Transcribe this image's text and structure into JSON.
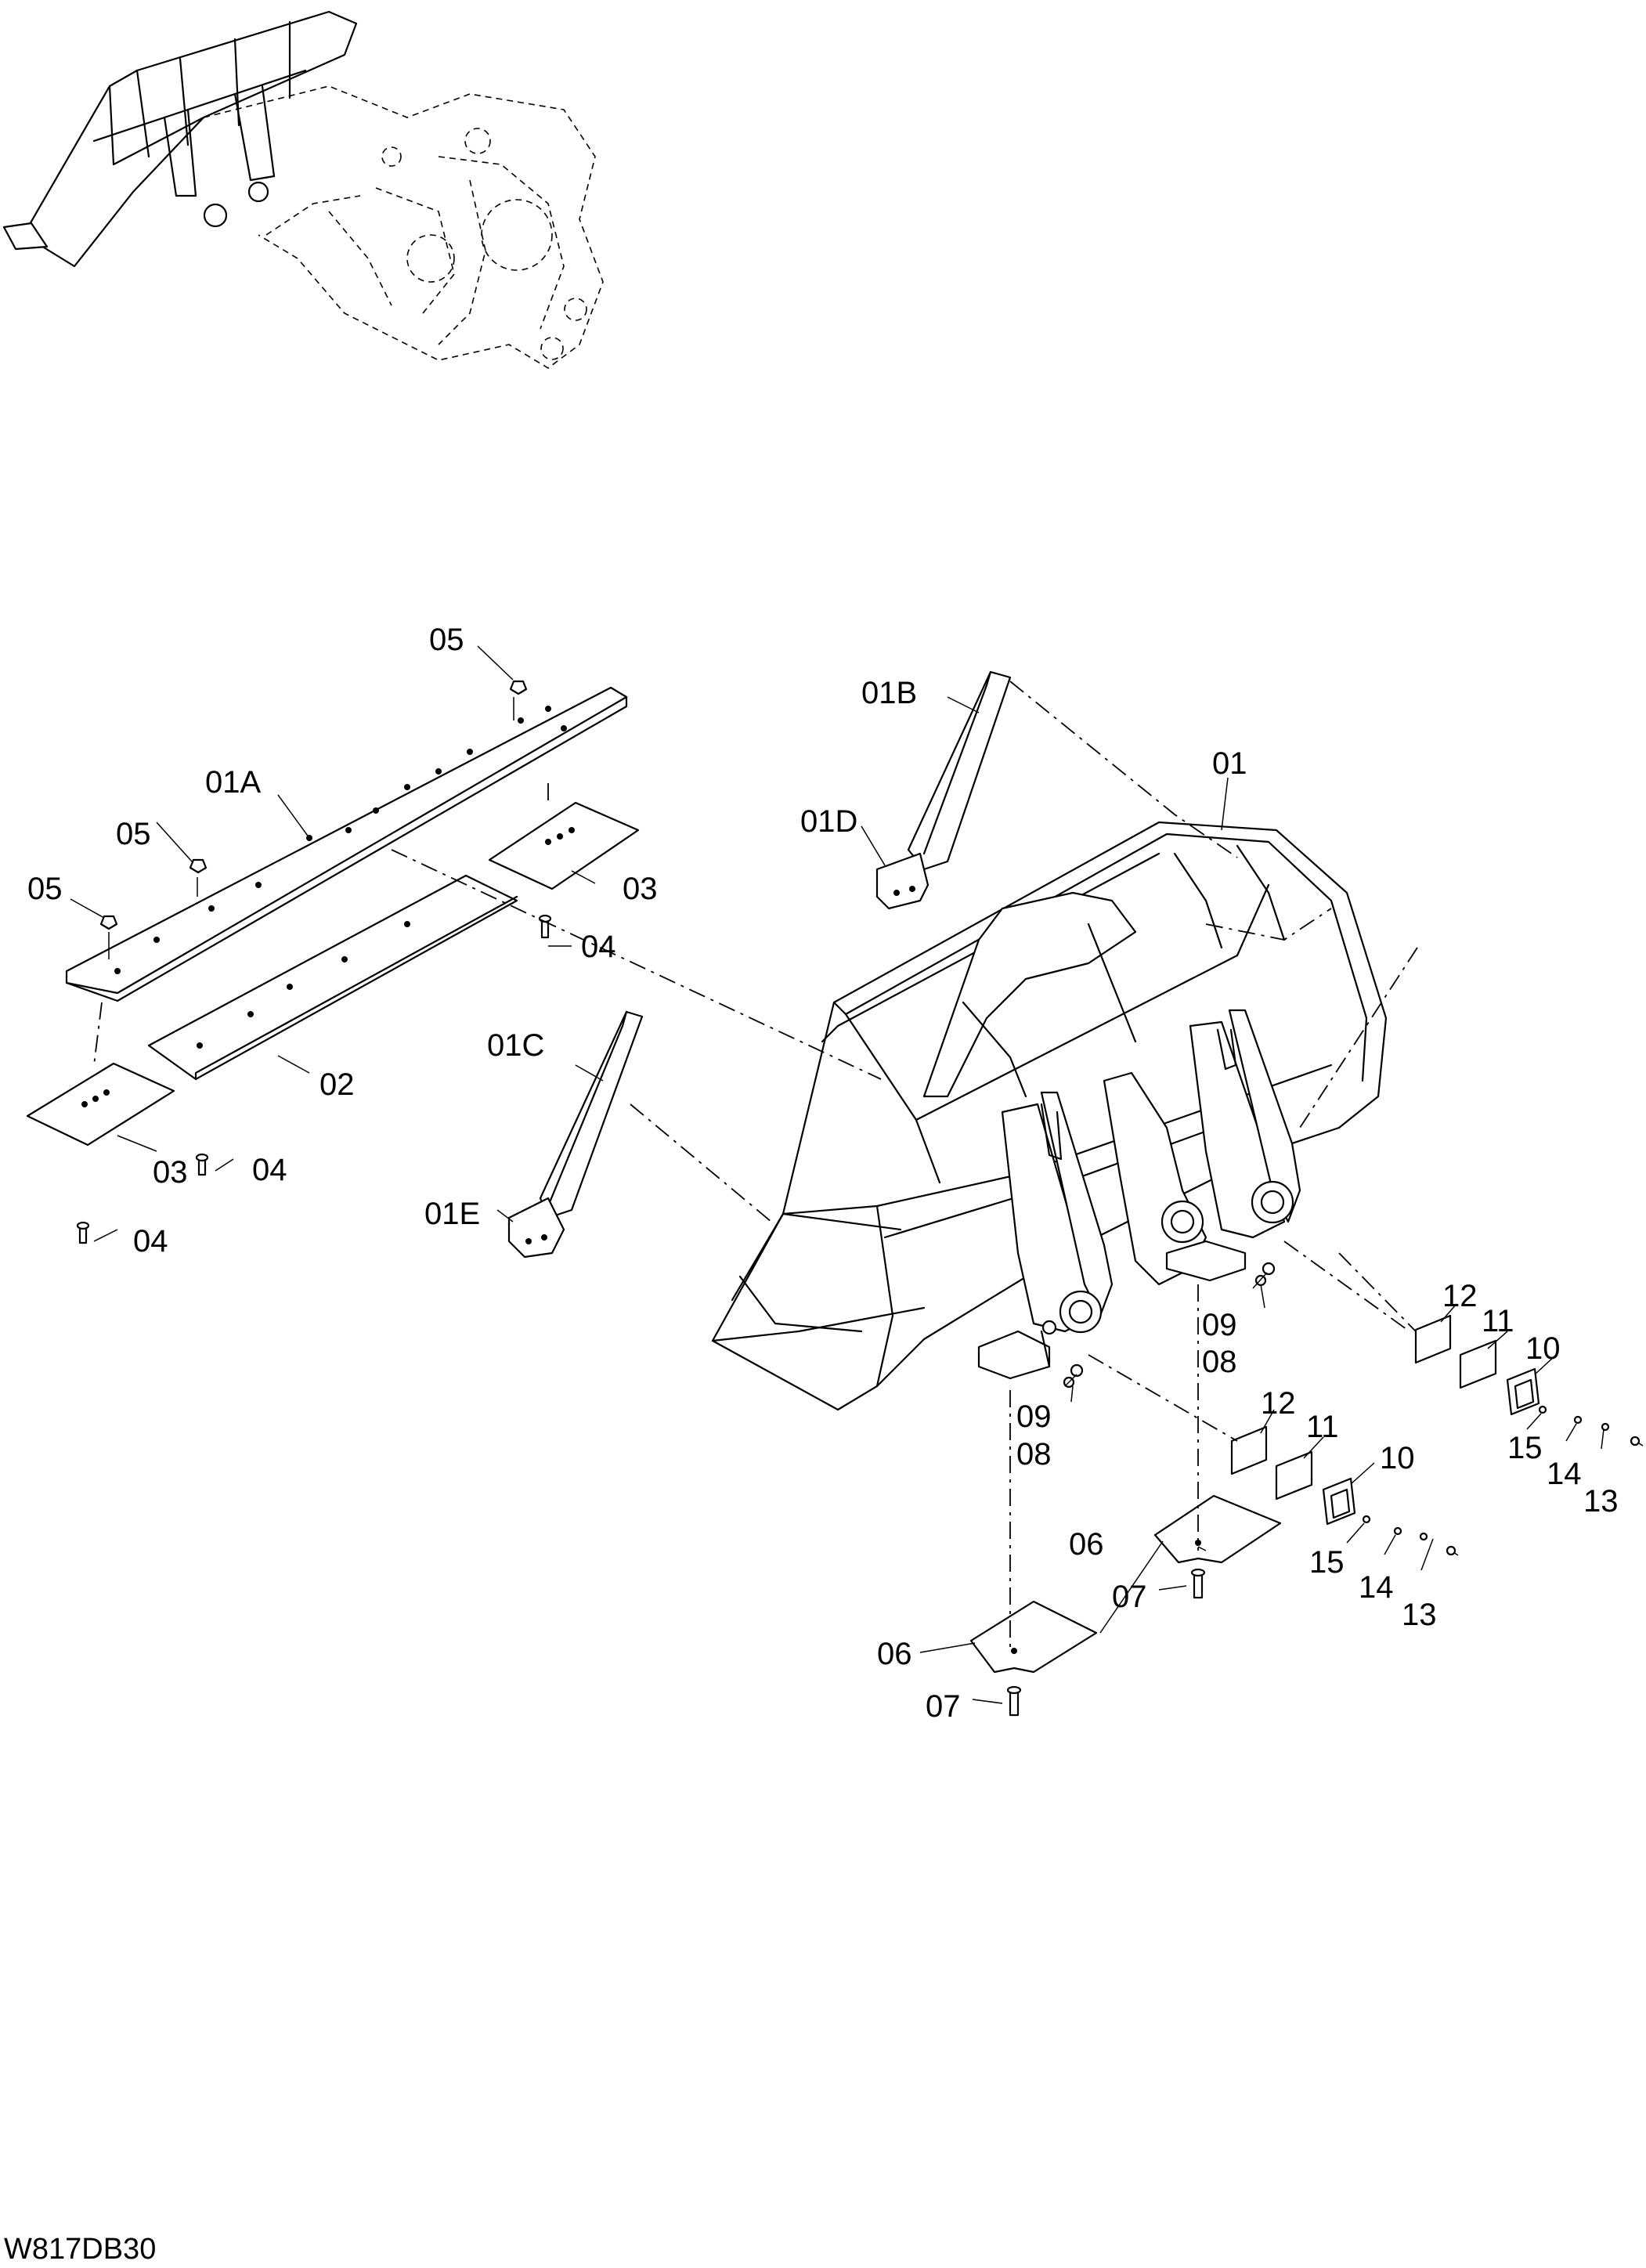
{
  "drawing_code": "W817DB30",
  "labels": {
    "l01": "01",
    "l01A": "01A",
    "l01B": "01B",
    "l01C": "01C",
    "l01D": "01D",
    "l01E": "01E",
    "l02": "02",
    "l03a": "03",
    "l03b": "03",
    "l04a": "04",
    "l04b": "04",
    "l04c": "04",
    "l05a": "05",
    "l05b": "05",
    "l05c": "05",
    "l06a": "06",
    "l06b": "06",
    "l07a": "07",
    "l07b": "07",
    "l08a": "08",
    "l08b": "08",
    "l09a": "09",
    "l09b": "09",
    "l10a": "10",
    "l10b": "10",
    "l11a": "11",
    "l11b": "11",
    "l12a": "12",
    "l12b": "12",
    "l13a": "13",
    "l13b": "13",
    "l14a": "14",
    "l14b": "14",
    "l15a": "15",
    "l15b": "15"
  }
}
